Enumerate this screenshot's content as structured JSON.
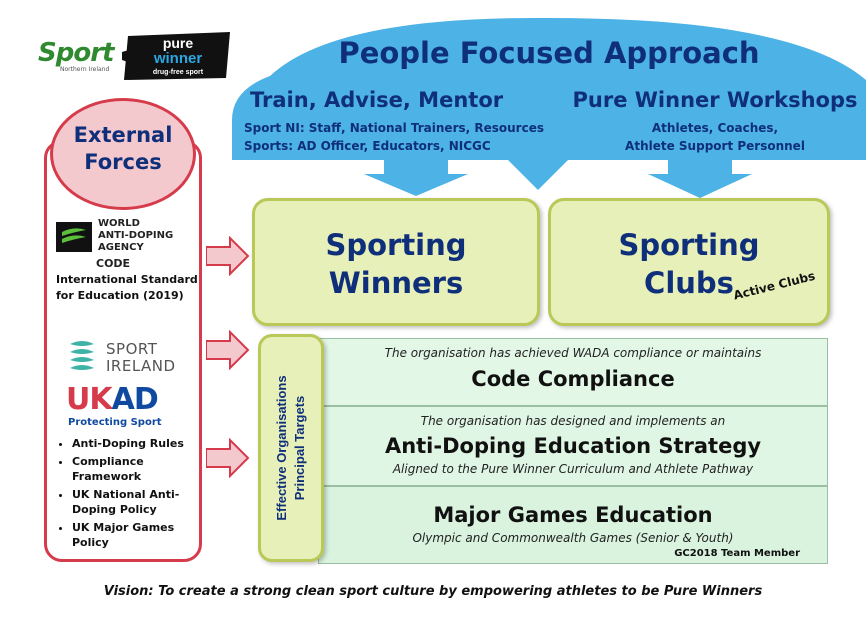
{
  "logos": {
    "sport": {
      "word": "Sport",
      "sub": "Northern Ireland"
    },
    "pure_winner": {
      "line1": "pure",
      "line2": "winner",
      "tag": "drug-free sport"
    }
  },
  "banner": {
    "title": "People Focused Approach",
    "left": {
      "title": "Train, Advise, Mentor",
      "line1": "Sport NI: Staff, National Trainers, Resources",
      "line2": "Sports: AD Officer, Educators, NICGC"
    },
    "right": {
      "title": "Pure Winner Workshops",
      "line1": "Athletes, Coaches,",
      "line2": "Athlete Support Personnel"
    }
  },
  "external": {
    "title_line1": "External",
    "title_line2": "Forces",
    "wada": {
      "name_line1": "WORLD",
      "name_line2": "ANTI-DOPING",
      "name_line3": "AGENCY",
      "code": "CODE",
      "standard_line1": "International Standard",
      "standard_line2": "for Education (2019)"
    },
    "sport_ireland": {
      "line1": "SPORT",
      "line2": "IRELAND"
    },
    "ukad": {
      "u": "UK",
      "rest": "AD",
      "tag": "Protecting Sport"
    },
    "items": [
      "Anti-Doping Rules",
      "Compliance Framework",
      "UK National Anti-Doping Policy",
      "UK Major Games Policy"
    ]
  },
  "boxes": {
    "winners": {
      "line1": "Sporting",
      "line2": "Winners"
    },
    "clubs": {
      "line1": "Sporting",
      "line2": "Clubs",
      "tag": "Active Clubs"
    }
  },
  "vertical": {
    "line1": "Effective Organisations",
    "line2": "Principal Targets"
  },
  "rows": {
    "compliance": {
      "intro": "The organisation has achieved WADA compliance or maintains",
      "title": "Code Compliance"
    },
    "education": {
      "intro": "The organisation has designed and implements an",
      "title": "Anti-Doping Education Strategy",
      "sub": "Aligned to the Pure Winner Curriculum and Athlete Pathway"
    },
    "major_games": {
      "title": "Major Games Education",
      "sub": "Olympic and Commonwealth Games (Senior & Youth)",
      "badge": "GC2018 Team Member"
    }
  },
  "vision": "Vision: To create a strong clean sport culture by empowering athletes to be Pure Winners",
  "colors": {
    "banner_blue": "#4db2e6",
    "navy_text": "#0f2f7a",
    "red_border": "#d63b4b",
    "pink_fill": "#f4c9ce",
    "green_box": "#e6f0b8",
    "mint_row": "#daf5e0"
  }
}
